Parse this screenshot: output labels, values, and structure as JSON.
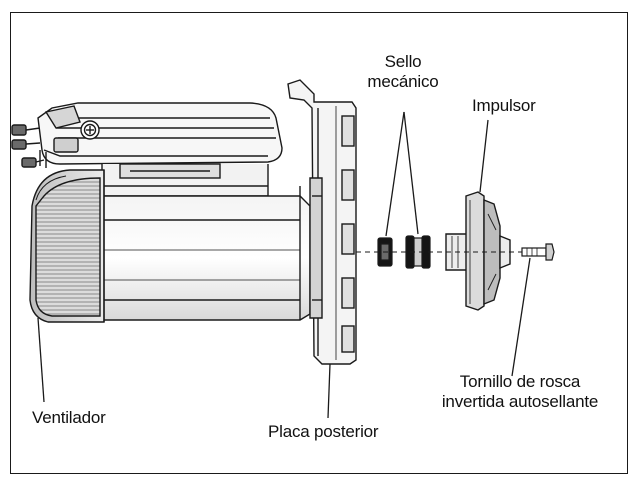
{
  "labels": {
    "sello_line1": "Sello",
    "sello_line2": "mecánico",
    "impulsor": "Impulsor",
    "tornillo_line1": "Tornillo de rosca",
    "tornillo_line2": "invertida autosellante",
    "ventilador": "Ventilador",
    "placa_posterior": "Placa posterior"
  },
  "colors": {
    "line": "#1a1a1a",
    "shade_light": "#e6e6e6",
    "shade_mid": "#bdbdbd",
    "shade_dark": "#8a8a8a",
    "seal_black": "#151515",
    "background": "#ffffff"
  }
}
